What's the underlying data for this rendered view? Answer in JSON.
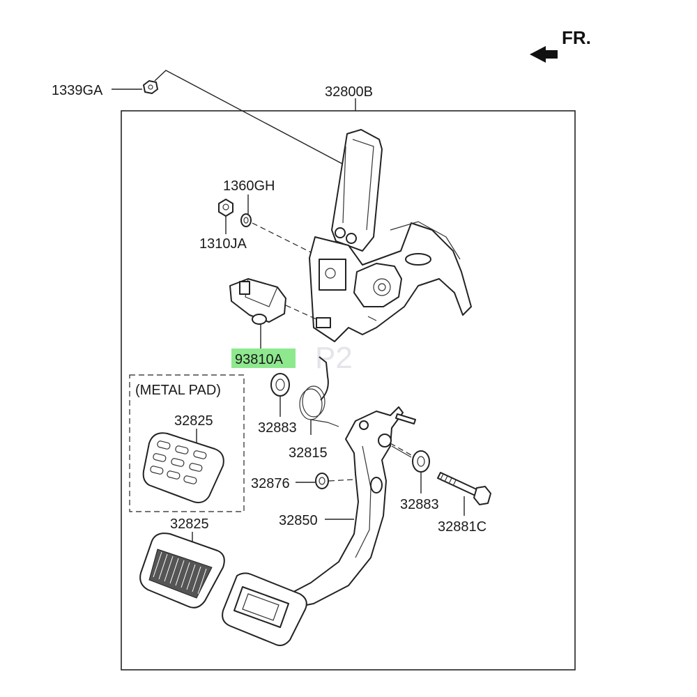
{
  "direction": {
    "label": "FR.",
    "icon": "arrow-forward-icon"
  },
  "callouts": {
    "nut_1339": "1339GA",
    "assembly": "32800B",
    "washer_1360": "1360GH",
    "nut_1310": "1310JA",
    "switch": "93810A",
    "metal_pad": "(METAL PAD)",
    "pad_metal": "32825",
    "pad_rubber": "32825",
    "bushing_left": "32883",
    "spring": "32815",
    "stopper": "32876",
    "pedal_arm": "32850",
    "bushing_right": "32883",
    "bolt": "32881C"
  },
  "highlight_color": "#8ee88e",
  "watermark": "P2"
}
